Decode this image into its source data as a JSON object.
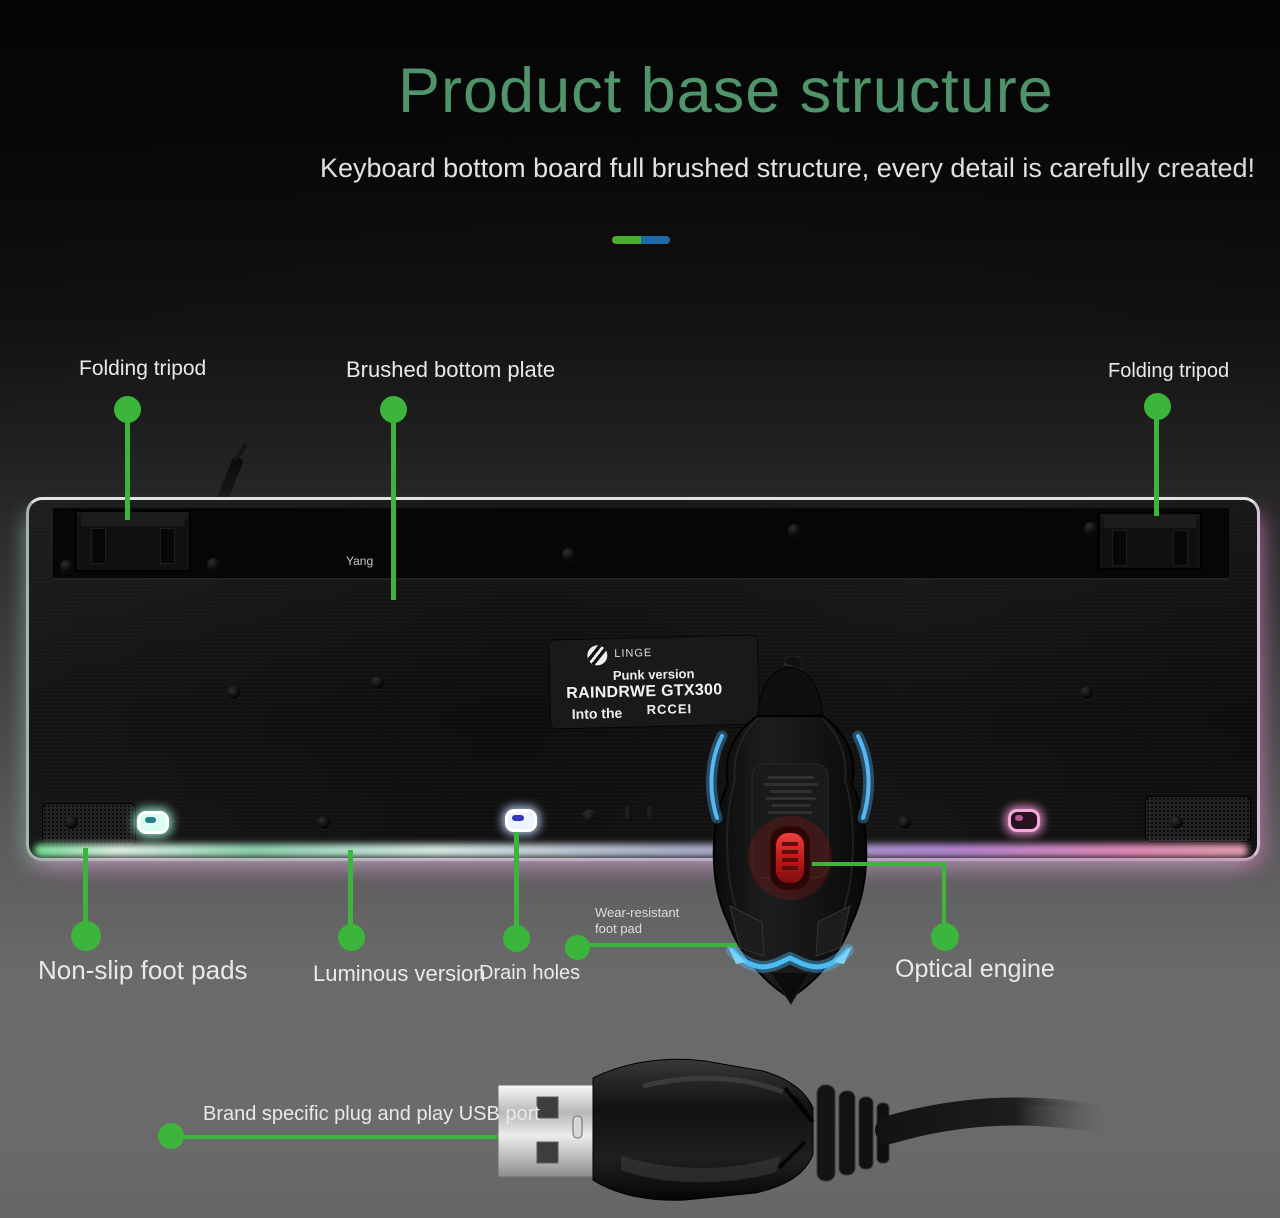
{
  "header": {
    "title": "Product base structure",
    "subtitle": "Keyboard bottom board full brushed structure, every detail is carefully created!"
  },
  "divider": {
    "segments": [
      "green",
      "blue"
    ]
  },
  "colors": {
    "accent_green": "#3cb53c",
    "dot_green": "#3fbc3f",
    "title_green": "#57a376",
    "divider_green": "#4db32e",
    "divider_blue": "#1e6fae",
    "label_text": "#e9e9e9",
    "sensor_red": "#d42020",
    "mouse_accent_blue": "#4db4f2"
  },
  "callouts": {
    "folding_tripod_left": "Folding tripod",
    "brushed_bottom_plate": "Brushed bottom plate",
    "folding_tripod_right": "Folding tripod",
    "non_slip_foot_pads": "Non-slip foot pads",
    "luminous_version": "Luminous version",
    "drain_holes": "Drain holes",
    "wear_resistant_foot_pad": "Wear-resistant foot pad",
    "optical_engine": "Optical engine",
    "usb_port": "Brand specific plug and play USB port"
  },
  "keyboard_label": {
    "brand": "LINGE",
    "line1": "Punk version",
    "line2": "RAINDRWE GTX300",
    "line3_left": "Into the",
    "line3_right": "RCCEI",
    "case_marking": "Yang"
  },
  "icons": {
    "linge_logo": "claw-circle-logo",
    "callout_dot": "green-dot",
    "indicator_lights": [
      "cyan-led",
      "blue-led",
      "pink-led"
    ]
  }
}
